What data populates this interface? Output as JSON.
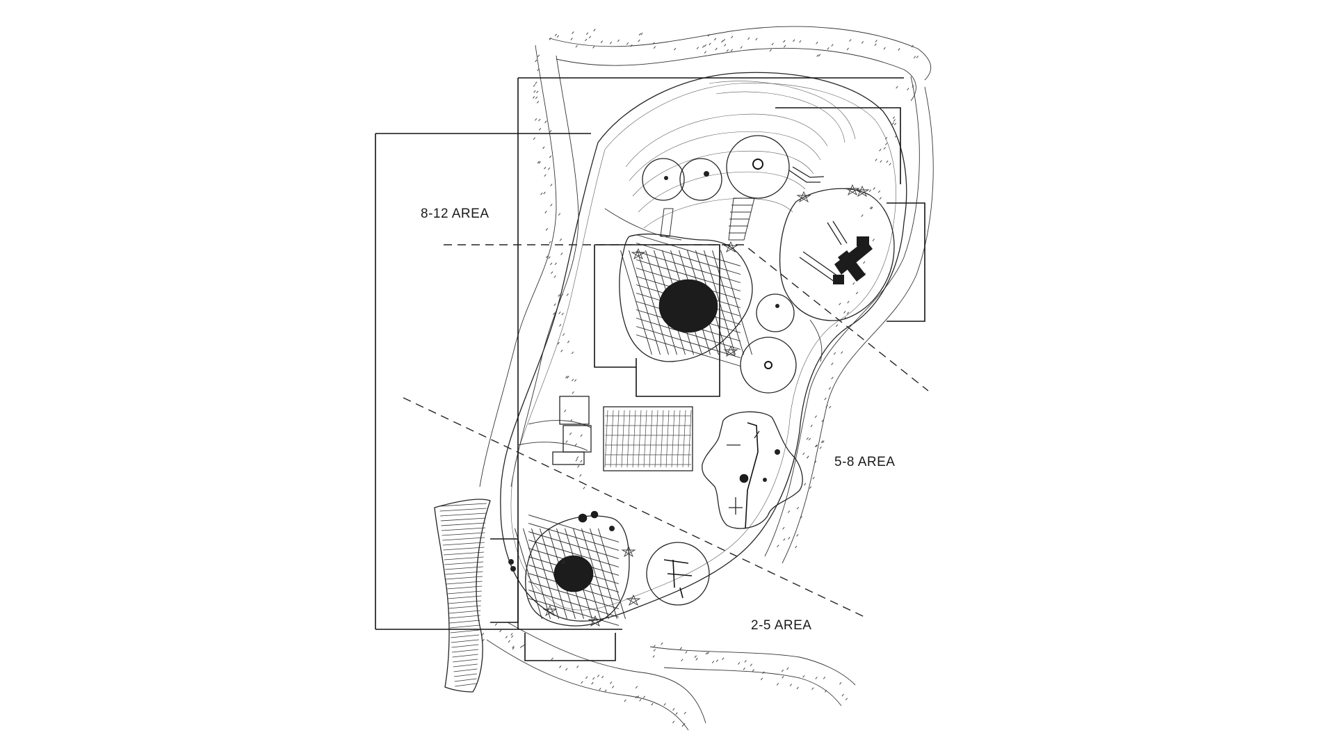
{
  "zones": {
    "area_8_12": "8-12 AREA",
    "area_5_8": "5-8 AREA",
    "area_2_5": "2-5 AREA"
  },
  "colors": {
    "linework": "#222222",
    "background": "#ffffff"
  }
}
